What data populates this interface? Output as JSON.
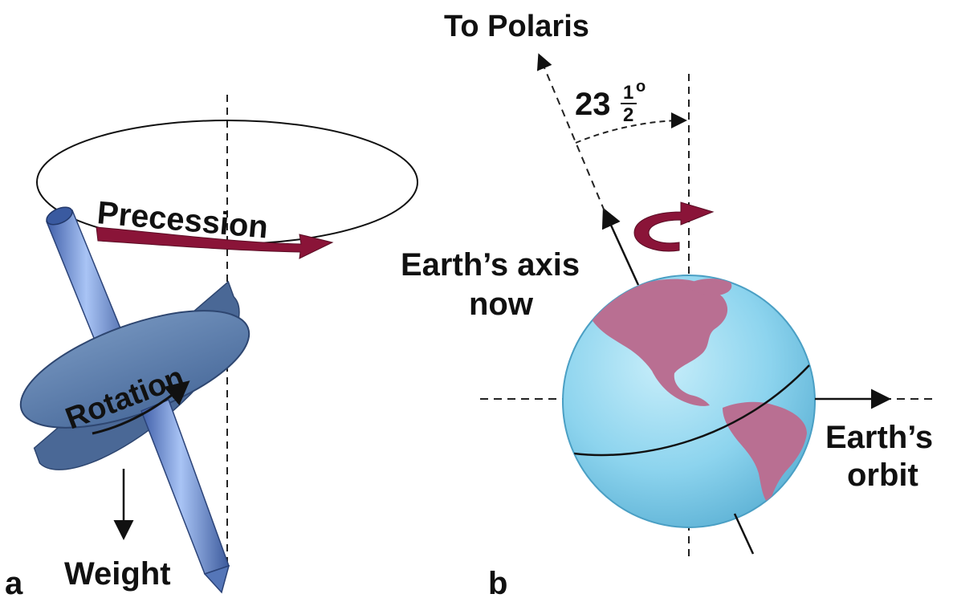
{
  "panel_a": {
    "letter": "a",
    "precession_label": "Precession",
    "rotation_label": "Rotation",
    "weight_label": "Weight"
  },
  "panel_b": {
    "letter": "b",
    "polaris_label": "To Polaris",
    "angle_whole": "23",
    "angle_numerator": "1",
    "angle_denominator": "2",
    "angle_degree": "o",
    "axis_label_line1": "Earth’s axis",
    "axis_label_line2": "now",
    "orbit_label_line1": "Earth’s",
    "orbit_label_line2": "orbit"
  },
  "colors": {
    "arrow_maroon": "#8a1438",
    "rod_blue": "#7b9fe0",
    "disk_blue": "#5a7cab",
    "ocean": "#8fd6ee",
    "land": "#b96f92"
  }
}
